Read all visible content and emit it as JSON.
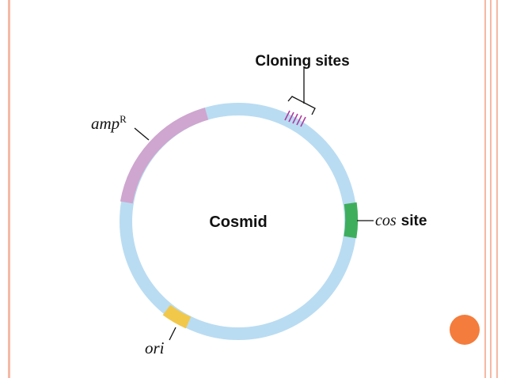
{
  "diagram": {
    "center_label": "Cosmid",
    "cloning_sites_label": "Cloning sites",
    "amp_label": "amp",
    "amp_superscript": "R",
    "cos_label_italic": "cos",
    "cos_label_rest": "site",
    "ori_label": "ori"
  },
  "colors": {
    "ring": "#b9dcf2",
    "amp": "#cfa6cf",
    "cos": "#3fae5c",
    "ori": "#f2c84b",
    "cloning_hatch": "#b03aa0",
    "accent": "#f47c3c",
    "frame": "#f6b8a4"
  }
}
